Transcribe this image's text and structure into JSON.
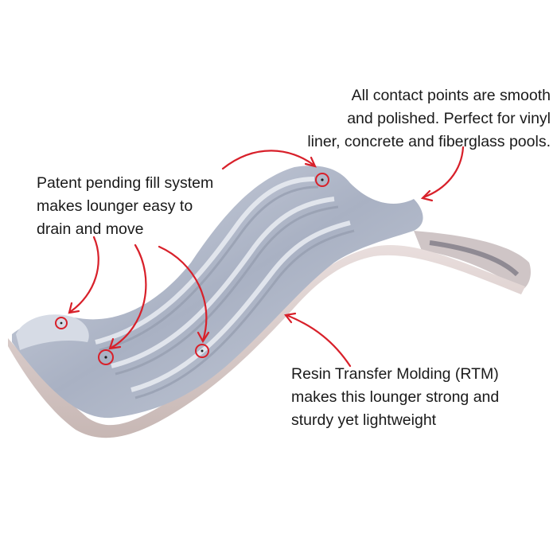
{
  "annotations": {
    "contact_points": [
      "All contact points are smooth",
      "and polished. Perfect for vinyl",
      "liner, concrete and fiberglass pools."
    ],
    "fill_system": [
      "Patent pending fill system",
      "makes lounger easy to",
      "drain and move"
    ],
    "rtm": [
      "Resin Transfer Molding (RTM)",
      "makes this lounger strong and",
      "sturdy yet lightweight"
    ]
  },
  "colors": {
    "accent": "#d8202a",
    "lounger": "#b9c0cf",
    "text": "#1a1a1a"
  }
}
